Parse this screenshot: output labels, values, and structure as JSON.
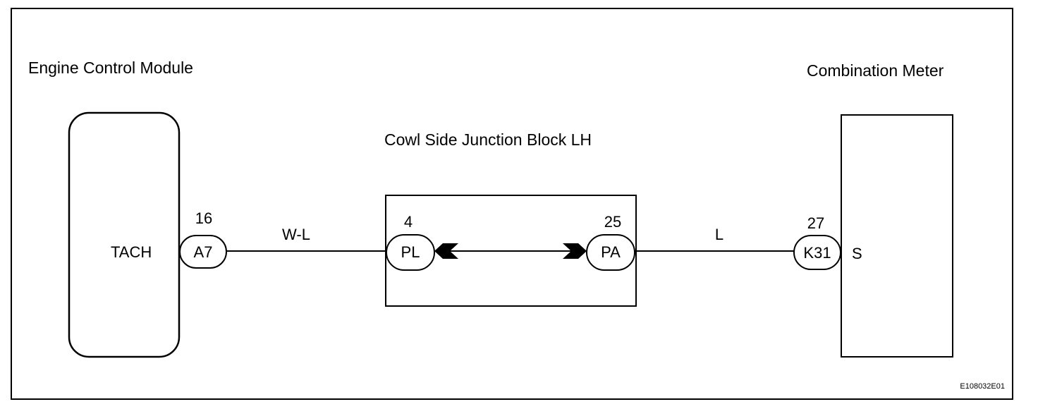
{
  "diagram": {
    "components": {
      "ecm": {
        "title": "Engine Control Module",
        "terminal_label": "TACH"
      },
      "junction_block": {
        "title": "Cowl Side Junction Block LH"
      },
      "meter": {
        "title": "Combination Meter",
        "terminal_label": "S"
      }
    },
    "connectors": {
      "a7": {
        "code": "A7",
        "pin": "16"
      },
      "pl": {
        "code": "PL",
        "pin": "4"
      },
      "pa": {
        "code": "PA",
        "pin": "25"
      },
      "k31": {
        "code": "K31",
        "pin": "27"
      }
    },
    "wires": {
      "ecm_to_jb": {
        "color_code": "W-L"
      },
      "jb_to_meter": {
        "color_code": "L"
      }
    },
    "figure_id": "E108032E01",
    "colors": {
      "line": "#000000",
      "background": "#ffffff"
    }
  }
}
